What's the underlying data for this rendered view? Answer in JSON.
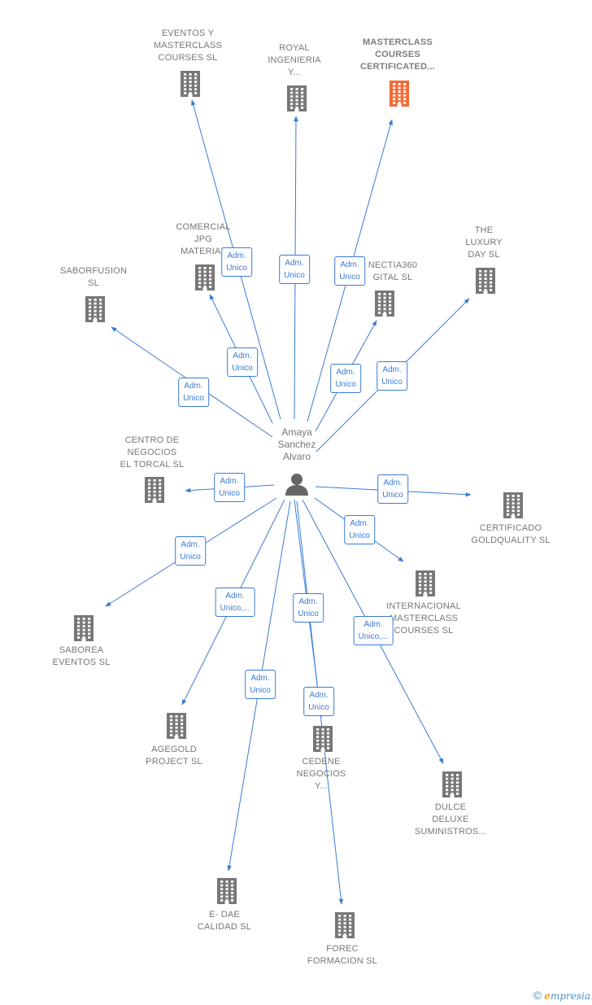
{
  "colors": {
    "edge": "#3a7bd5",
    "building": "#777777",
    "highlight": "#f26a35",
    "person": "#666666"
  },
  "person": {
    "label": "Amaya\nSanchez\nAlvaro",
    "icon": "person-icon"
  },
  "companies": [
    {
      "id": "eventos-y-masterclass",
      "label": "EVENTOS Y\nMASTERCLASS\nCOURSES  SL",
      "highlight": false
    },
    {
      "id": "royal-ingenieria",
      "label": "ROYAL\nINGENIERIA\nY...",
      "highlight": false
    },
    {
      "id": "masterclass-courses-certificated",
      "label": "MASTERCLASS\nCOURSES\nCERTIFICATED...",
      "highlight": true
    },
    {
      "id": "comercial-jpg",
      "label": "COMERCIAL\nJPG\nMATERIAL",
      "highlight": false
    },
    {
      "id": "saborfusion",
      "label": "SABORFUSION\nSL",
      "highlight": false
    },
    {
      "id": "connectia360",
      "label": "NECTIA360\nGITAL  SL",
      "highlight": false
    },
    {
      "id": "the-luxury-day",
      "label": "THE\nLUXURY\nDAY  SL",
      "highlight": false
    },
    {
      "id": "centro-de-negocios",
      "label": "CENTRO DE\nNEGOCIOS\nEL TORCAL SL",
      "highlight": false
    },
    {
      "id": "certificado-goldquality",
      "label": "CERTIFICADO\nGOLDQUALITY SL",
      "highlight": false
    },
    {
      "id": "internacional-masterclass",
      "label": "INTERNACIONAL\nMASTERCLASS\nCOURSES  SL",
      "highlight": false
    },
    {
      "id": "saborea-eventos",
      "label": "SABOREA\nEVENTOS  SL",
      "highlight": false
    },
    {
      "id": "agegold-project",
      "label": "AGEGOLD\nPROJECT  SL",
      "highlight": false
    },
    {
      "id": "cedene-negocios",
      "label": "CEDENE\nNEGOCIOS\nY...",
      "highlight": false
    },
    {
      "id": "dulce-deluxe",
      "label": "DULCE\nDELUXE\nSUMINISTROS...",
      "highlight": false
    },
    {
      "id": "e-dae-calidad",
      "label": "E- DAE\nCALIDAD SL",
      "highlight": false
    },
    {
      "id": "forec-formacion",
      "label": "FOREC\nFORMACION SL",
      "highlight": false
    }
  ],
  "edges": [
    {
      "target": "eventos-y-masterclass",
      "label": "Adm.\nUnico"
    },
    {
      "target": "royal-ingenieria",
      "label": "Adm.\nUnico"
    },
    {
      "target": "masterclass-courses-certificated",
      "label": "Adm.\nUnico"
    },
    {
      "target": "comercial-jpg",
      "label": "Adm.\nUnico"
    },
    {
      "target": "saborfusion",
      "label": "Adm.\nUnico"
    },
    {
      "target": "connectia360",
      "label": "Adm.\nUnico"
    },
    {
      "target": "the-luxury-day",
      "label": "Adm.\nUnico"
    },
    {
      "target": "centro-de-negocios",
      "label": "Adm.\nUnico"
    },
    {
      "target": "certificado-goldquality",
      "label": "Adm.\nUnico"
    },
    {
      "target": "internacional-masterclass",
      "label": "Adm.\nUnico"
    },
    {
      "target": "saborea-eventos",
      "label": "Adm.\nUnico"
    },
    {
      "target": "agegold-project",
      "label": "Adm.\nUnico,..."
    },
    {
      "target": "cedene-negocios",
      "label": "Adm.\nUnico"
    },
    {
      "target": "dulce-deluxe",
      "label": "Adm.\nUnico,..."
    },
    {
      "target": "e-dae-calidad",
      "label": "Adm.\nUnico"
    },
    {
      "target": "forec-formacion",
      "label": "Adm.\nUnico"
    }
  ],
  "footer": {
    "copyright": "©",
    "brand_first": "e",
    "brand_rest": "mpresia"
  }
}
